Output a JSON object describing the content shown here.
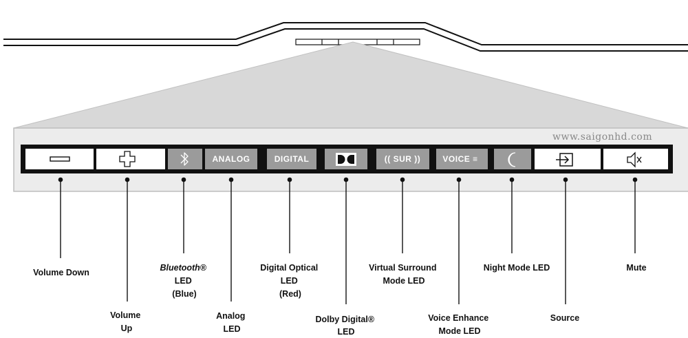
{
  "watermark": "www.saigonhd.com",
  "buttons": [
    {
      "id": "volume-down",
      "kind": "icon",
      "icon": "minus-icon",
      "style": "white"
    },
    {
      "id": "volume-up",
      "kind": "icon",
      "icon": "plus-icon",
      "style": "white"
    },
    {
      "id": "bluetooth",
      "kind": "icon",
      "icon": "bluetooth-icon",
      "style": "gray"
    },
    {
      "id": "analog",
      "kind": "text",
      "text": "ANALOG",
      "style": "gray"
    },
    {
      "id": "digital",
      "kind": "text",
      "text": "DIGITAL",
      "style": "gray"
    },
    {
      "id": "dolby",
      "kind": "icon",
      "icon": "dolby-icon",
      "style": "gray"
    },
    {
      "id": "surround",
      "kind": "text",
      "text": "(( SUR ))",
      "style": "gray"
    },
    {
      "id": "voice",
      "kind": "text",
      "text": "VOICE ≡",
      "style": "gray"
    },
    {
      "id": "night",
      "kind": "icon",
      "icon": "moon-icon",
      "style": "gray"
    },
    {
      "id": "source",
      "kind": "icon",
      "icon": "source-icon",
      "style": "white"
    },
    {
      "id": "mute",
      "kind": "icon",
      "icon": "mute-icon",
      "style": "white"
    }
  ],
  "callouts": {
    "volume_down": [
      "Volume Down"
    ],
    "volume_up": [
      "Volume",
      "Up"
    ],
    "bluetooth": [
      "Bluetooth®",
      "LED",
      "(Blue)"
    ],
    "analog": [
      "Analog",
      "LED"
    ],
    "digital_optical": [
      "Digital Optical",
      "LED",
      "(Red)"
    ],
    "dolby_digital": [
      "Dolby Digital®",
      "LED"
    ],
    "virtual_surround": [
      "Virtual Surround",
      "Mode LED"
    ],
    "voice_enhance": [
      "Voice Enhance",
      "Mode LED"
    ],
    "night_mode": [
      "Night Mode LED"
    ],
    "source": [
      "Source"
    ],
    "mute": [
      "Mute"
    ]
  },
  "colors": {
    "panel_fill": "#ececec",
    "panel_border": "#bdbdbd",
    "bar_black": "#111111",
    "gray_button": "#9b9b9b",
    "white_button": "#ffffff",
    "line": "#111111"
  }
}
